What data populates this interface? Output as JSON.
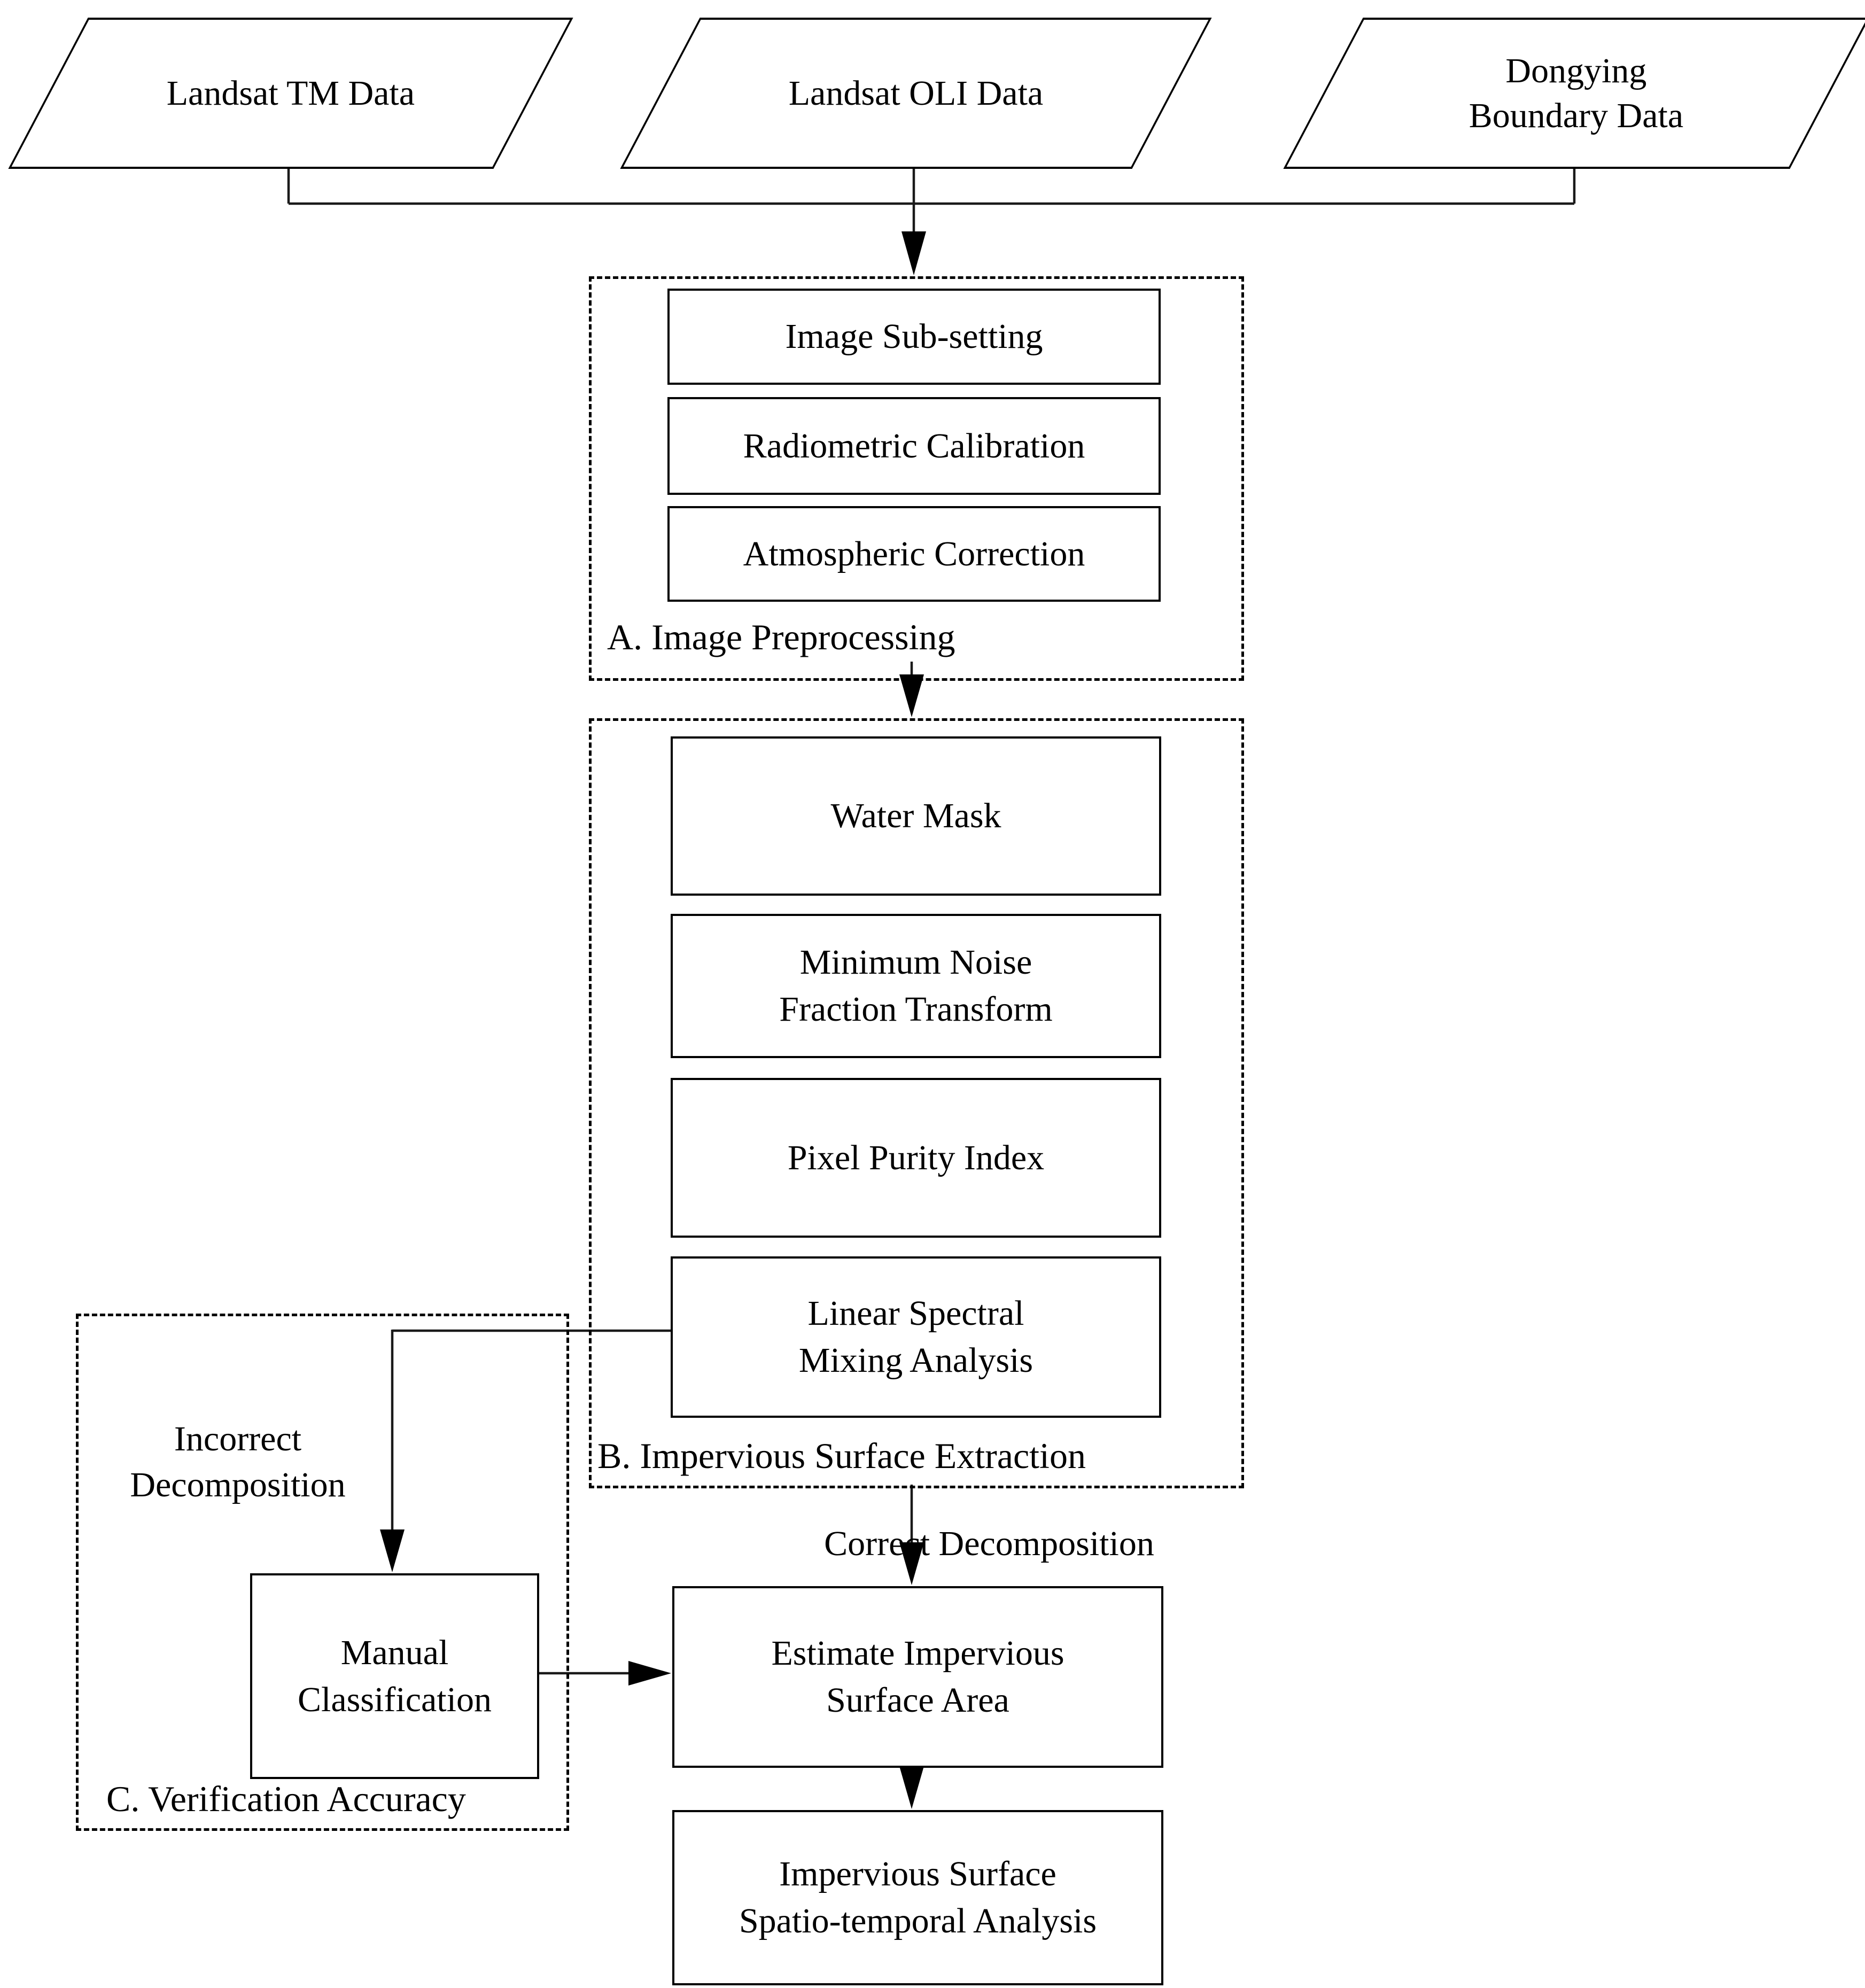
{
  "figure": {
    "type": "flowchart",
    "background": "#ffffff",
    "line_color": "#000000"
  },
  "nodes": {
    "landsat_tm": "Landsat TM Data",
    "landsat_oli": "Landsat OLI Data",
    "dongying": [
      "Dongying",
      "Boundary Data"
    ],
    "image_subsetting": "Image Sub-setting",
    "radiometric_calibration": "Radiometric Calibration",
    "atmospheric_correction": "Atmospheric Correction",
    "water_mask": "Water Mask",
    "mnf": [
      "Minimum Noise",
      "Fraction Transform"
    ],
    "ppi": "Pixel Purity Index",
    "lsma": [
      "Linear Spectral",
      "Mixing Analysis"
    ],
    "manual_classification": [
      "Manual",
      "Classification"
    ],
    "estimate_isa": [
      "Estimate Impervious",
      "Surface Area"
    ],
    "spatiotemporal": [
      "Impervious Surface",
      "Spatio-temporal Analysis"
    ]
  },
  "group_labels": {
    "a": "A. Image Preprocessing",
    "b": "B. Impervious Surface Extraction",
    "c": "C. Verification Accuracy"
  },
  "edge_labels": {
    "incorrect": [
      "Incorrect",
      "Decomposition"
    ],
    "correct": "Correct Decomposition"
  },
  "edges": [
    {
      "from": "landsat_tm",
      "to": "image_preprocessing"
    },
    {
      "from": "landsat_oli",
      "to": "image_preprocessing"
    },
    {
      "from": "dongying",
      "to": "image_preprocessing"
    },
    {
      "from": "image_preprocessing",
      "to": "impervious_surface_extraction"
    },
    {
      "from": "lsma",
      "to": "manual_classification",
      "label": "Incorrect Decomposition"
    },
    {
      "from": "impervious_surface_extraction",
      "to": "estimate_isa",
      "label": "Correct Decomposition"
    },
    {
      "from": "manual_classification",
      "to": "estimate_isa"
    },
    {
      "from": "estimate_isa",
      "to": "spatiotemporal"
    }
  ]
}
